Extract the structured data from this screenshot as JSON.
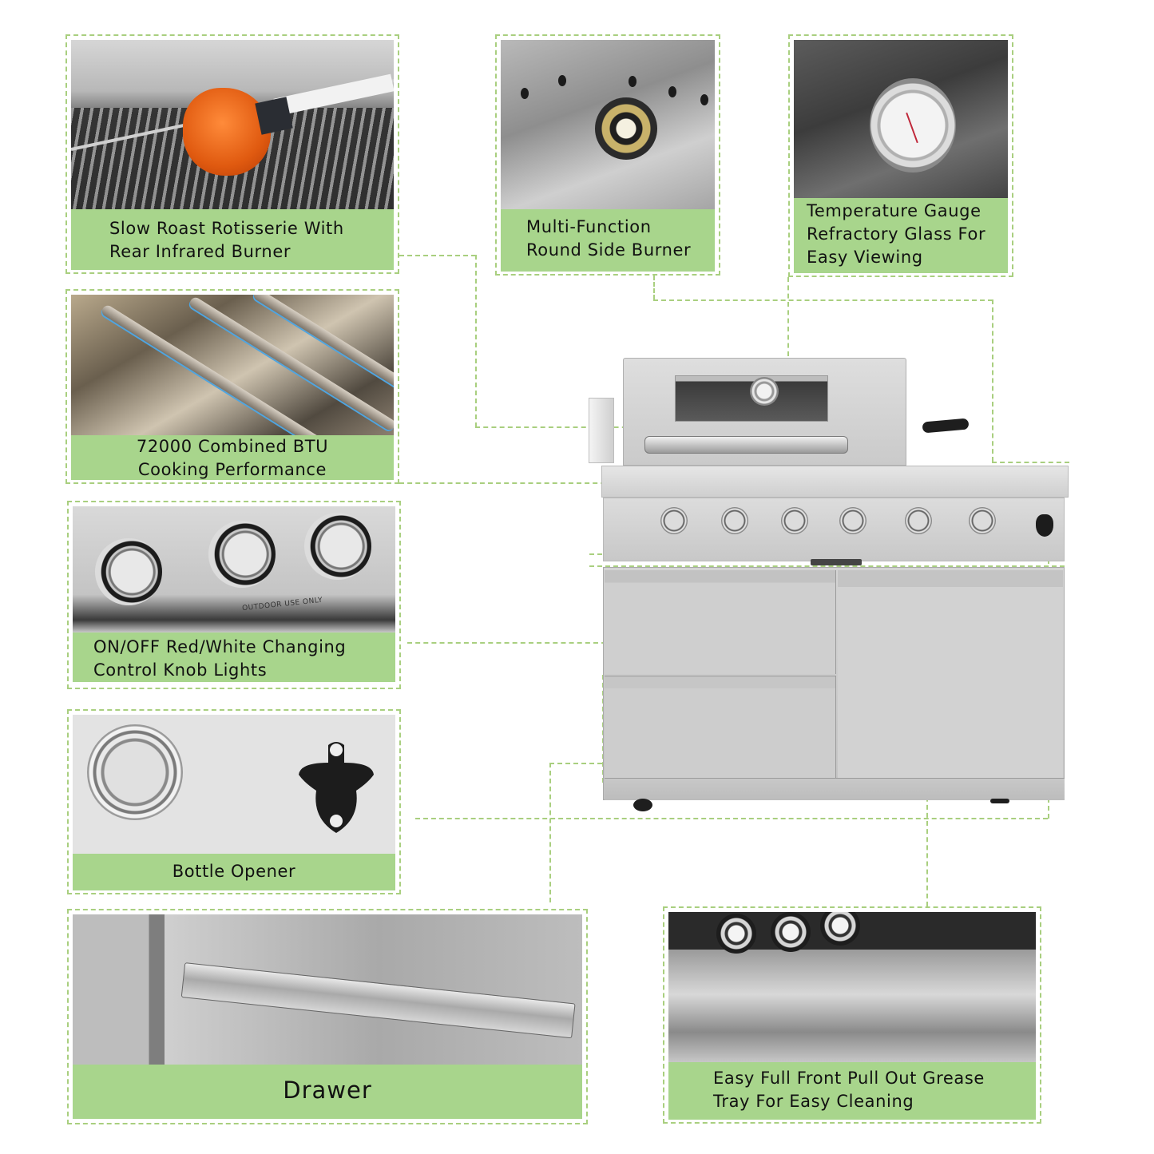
{
  "page": {
    "background": "#ffffff",
    "accent_color": "#a8d58c",
    "connector_color": "#a9cf7f"
  },
  "features": [
    {
      "id": "rotisserie",
      "line1": "Slow Roast Rotisserie With",
      "line2": "Rear Infrared Burner"
    },
    {
      "id": "side-burner",
      "line1": "Multi-Function",
      "line2": "Round Side Burner"
    },
    {
      "id": "temp-gauge",
      "line1": "Temperature Gauge",
      "line2": "Refractory Glass For",
      "line3": "Easy Viewing"
    },
    {
      "id": "btu",
      "line1": "72000 Combined BTU",
      "line2": "Cooking Performance"
    },
    {
      "id": "knob-lights",
      "line1": "ON/OFF Red/White Changing",
      "line2": "Control Knob Lights"
    },
    {
      "id": "bottle-opener",
      "line1": "Bottle Opener"
    },
    {
      "id": "drawer",
      "line1": "Drawer"
    },
    {
      "id": "grease-tray",
      "line1": "Easy Full Front Pull Out Grease",
      "line2": "Tray For Easy Cleaning"
    }
  ],
  "product": {
    "knob_count": 6,
    "panel_label": "OUTDOOR USE ONLY"
  }
}
